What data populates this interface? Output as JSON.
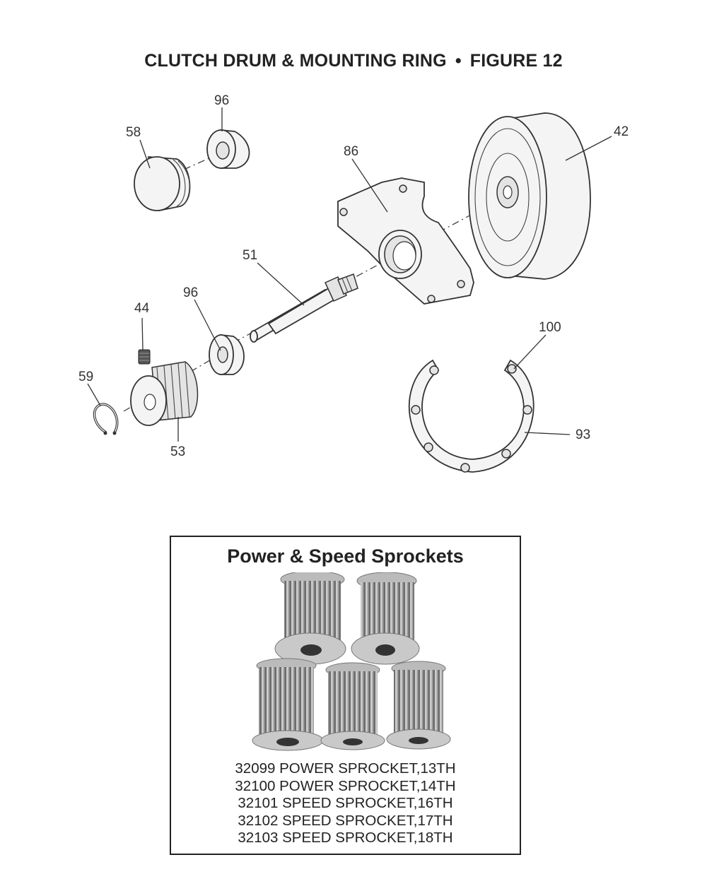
{
  "figure": {
    "title": "CLUTCH DRUM & MOUNTING RING",
    "separator": "•",
    "figure_label": "FIGURE 12"
  },
  "callouts": {
    "c58": "58",
    "c96_top": "96",
    "c86": "86",
    "c42": "42",
    "c51": "51",
    "c96_mid": "96",
    "c44": "44",
    "c59": "59",
    "c53": "53",
    "c100": "100",
    "c93": "93"
  },
  "sprocket_box": {
    "title": "Power & Speed Sprockets",
    "parts": [
      "32099 POWER SPROCKET,13TH",
      "32100 POWER SPROCKET,14TH",
      "32101 SPEED SPROCKET,16TH",
      "32102 SPEED SPROCKET,17TH",
      "32103 SPEED SPROCKET,18TH"
    ]
  }
}
